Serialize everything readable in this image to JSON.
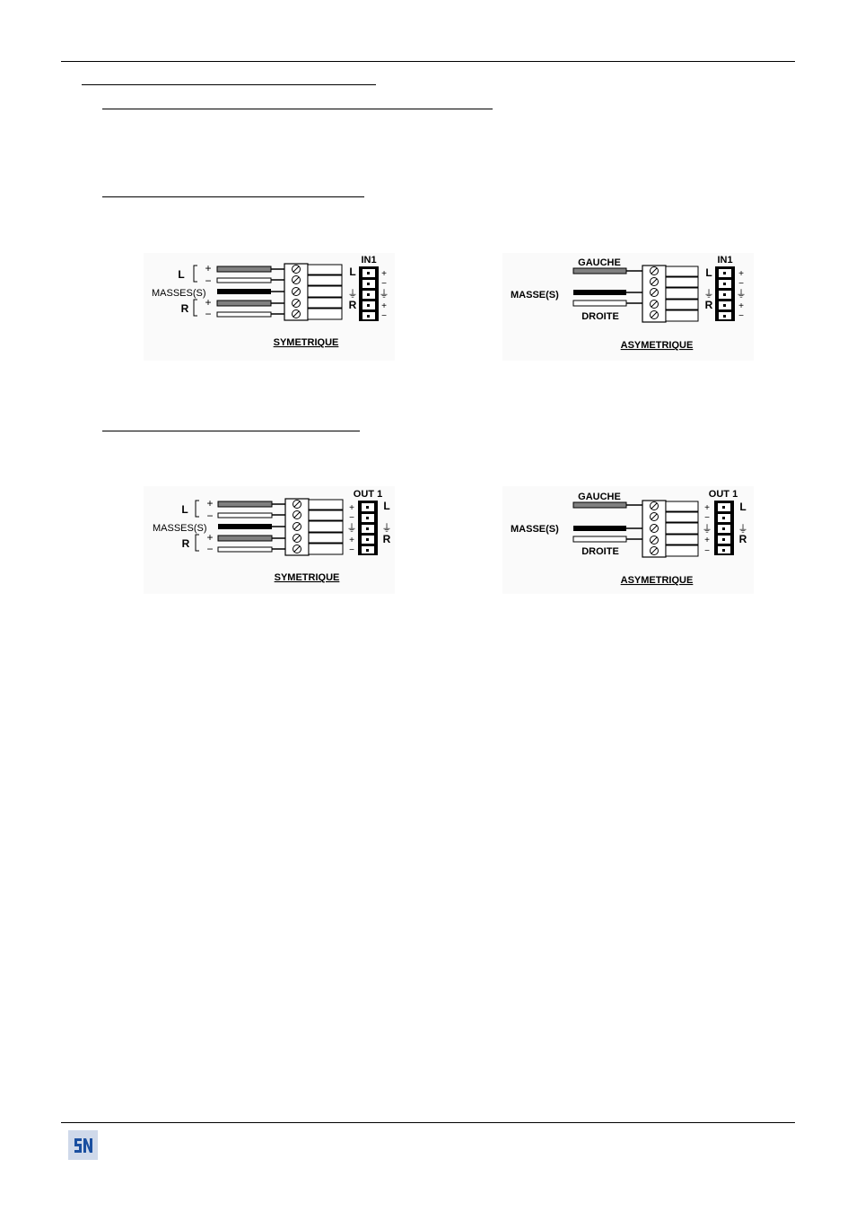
{
  "diagrams": {
    "in_sym": {
      "left_l": "L",
      "left_r": "R",
      "masses": "MASSES(S)",
      "plus": "+",
      "minus": "−",
      "conn_title": "IN1",
      "conn_l": "L",
      "conn_r": "R",
      "caption": "SYMETRIQUE"
    },
    "in_asym": {
      "gauche": "GAUCHE",
      "masse": "MASSE(S)",
      "droite": "DROITE",
      "conn_title": "IN1",
      "conn_l": "L",
      "conn_r": "R",
      "plus": "+",
      "minus": "−",
      "caption": "ASYMETRIQUE"
    },
    "out_sym": {
      "left_l": "L",
      "left_r": "R",
      "masses": "MASSES(S)",
      "plus": "+",
      "minus": "−",
      "conn_title": "OUT 1",
      "conn_l": "L",
      "conn_r": "R",
      "caption": "SYMETRIQUE"
    },
    "out_asym": {
      "gauche": "GAUCHE",
      "masse": "MASSE(S)",
      "droite": "DROITE",
      "conn_title": "OUT 1",
      "conn_l": "L",
      "conn_r": "R",
      "plus": "+",
      "minus": "−",
      "caption": "ASYMETRIQUE"
    }
  },
  "footer": {
    "logo_icon": "company-logo-icon"
  },
  "colors": {
    "grey_wire": "#808080",
    "black_wire": "#000000",
    "logo_bg": "#cfd9ea",
    "logo_fg": "#1a4fa0"
  }
}
